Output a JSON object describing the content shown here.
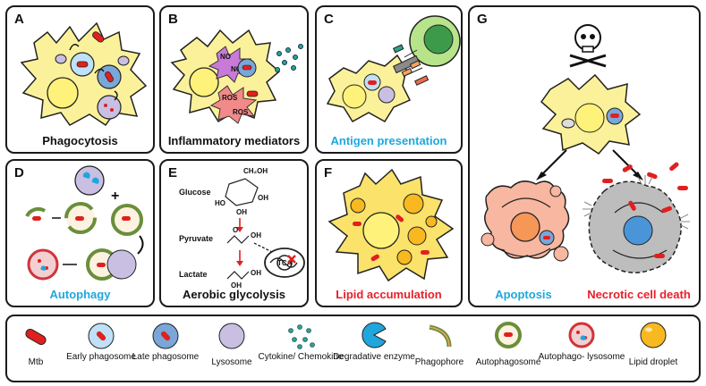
{
  "panels": {
    "a": {
      "letter": "A",
      "caption": "Phagocytosis"
    },
    "b": {
      "letter": "B",
      "caption": "Inflammatory mediators",
      "no_label": "NO",
      "ros_label": "ROS"
    },
    "c": {
      "letter": "C",
      "caption": "Antigen presentation"
    },
    "d": {
      "letter": "D",
      "caption": "Autophagy"
    },
    "e": {
      "letter": "E",
      "caption": "Aerobic glycolysis",
      "glucose": "Glucose",
      "pyruvate": "Pyruvate",
      "lactate": "Lactate",
      "tca": "TCA",
      "ch2oh": "CH₂OH",
      "oh": "OH",
      "ho": "HO",
      "o": "O"
    },
    "f": {
      "letter": "F",
      "caption": "Lipid accumulation"
    },
    "g": {
      "letter": "G",
      "caption_apoptosis": "Apoptosis",
      "caption_necrotic": "Necrotic cell death"
    }
  },
  "legend": {
    "items": [
      {
        "icon": "mtb-icon",
        "label": "Mtb"
      },
      {
        "icon": "early-phagosome-icon",
        "label": "Early phagosome"
      },
      {
        "icon": "late-phagosome-icon",
        "label": "Late phagosome"
      },
      {
        "icon": "lysosome-icon",
        "label": "Lysosome"
      },
      {
        "icon": "cytokine-icon",
        "label": "Cytokine/ Chemokine"
      },
      {
        "icon": "degradative-enzyme-icon",
        "label": "Degradative enzyme"
      },
      {
        "icon": "phagophore-icon",
        "label": "Phagophore"
      },
      {
        "icon": "autophagosome-icon",
        "label": "Autophagosome"
      },
      {
        "icon": "autophagolysosome-icon",
        "label": "Autophago- lysosome"
      },
      {
        "icon": "lipid-droplet-icon",
        "label": "Lipid droplet"
      }
    ]
  },
  "colors": {
    "cell_fill": "#fbf19a",
    "nucleus_fill": "#fff27a",
    "mtb": "#e0201f",
    "early_phagosome": "#bfe0f5",
    "late_phagosome": "#7aa6d8",
    "lysosome": "#c9bfe3",
    "cytokine": "#2aa58a",
    "enzyme": "#1fa6dc",
    "apoptotic_cell": "#f7b7a0",
    "necrotic_cell": "#bdbdbd",
    "lipid": "#f8b820",
    "blue_text": "#1ea7de",
    "red_text": "#e8202a"
  }
}
